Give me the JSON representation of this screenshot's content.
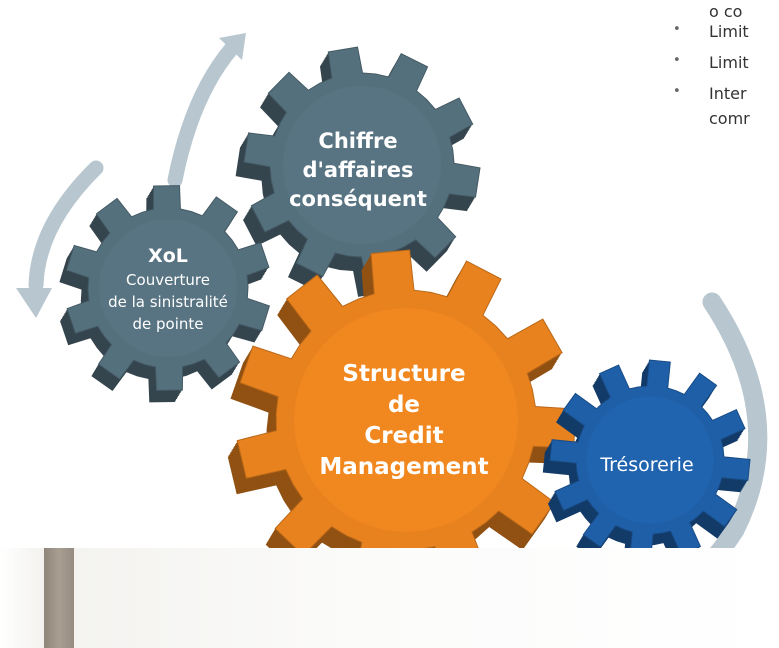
{
  "bullets": [
    {
      "text": "o co"
    },
    {
      "text": "Limit"
    },
    {
      "text": "Limit"
    },
    {
      "text": "Inter"
    },
    {
      "text": "comr"
    }
  ],
  "gears": {
    "top": {
      "lines": [
        "Chiffre",
        "d'affaires",
        "conséquent"
      ],
      "color": "#55707d"
    },
    "left": {
      "title": "XoL",
      "lines": [
        "Couverture",
        "de la sinistralité",
        "de pointe"
      ],
      "color": "#55707d"
    },
    "center": {
      "lines": [
        "Structure",
        "de",
        "Credit",
        "Management"
      ],
      "color": "#e8821e"
    },
    "right": {
      "lines": [
        "Trésorerie"
      ],
      "color": "#1f5fa8"
    }
  },
  "colors": {
    "arrow": "#b7c6cf"
  }
}
